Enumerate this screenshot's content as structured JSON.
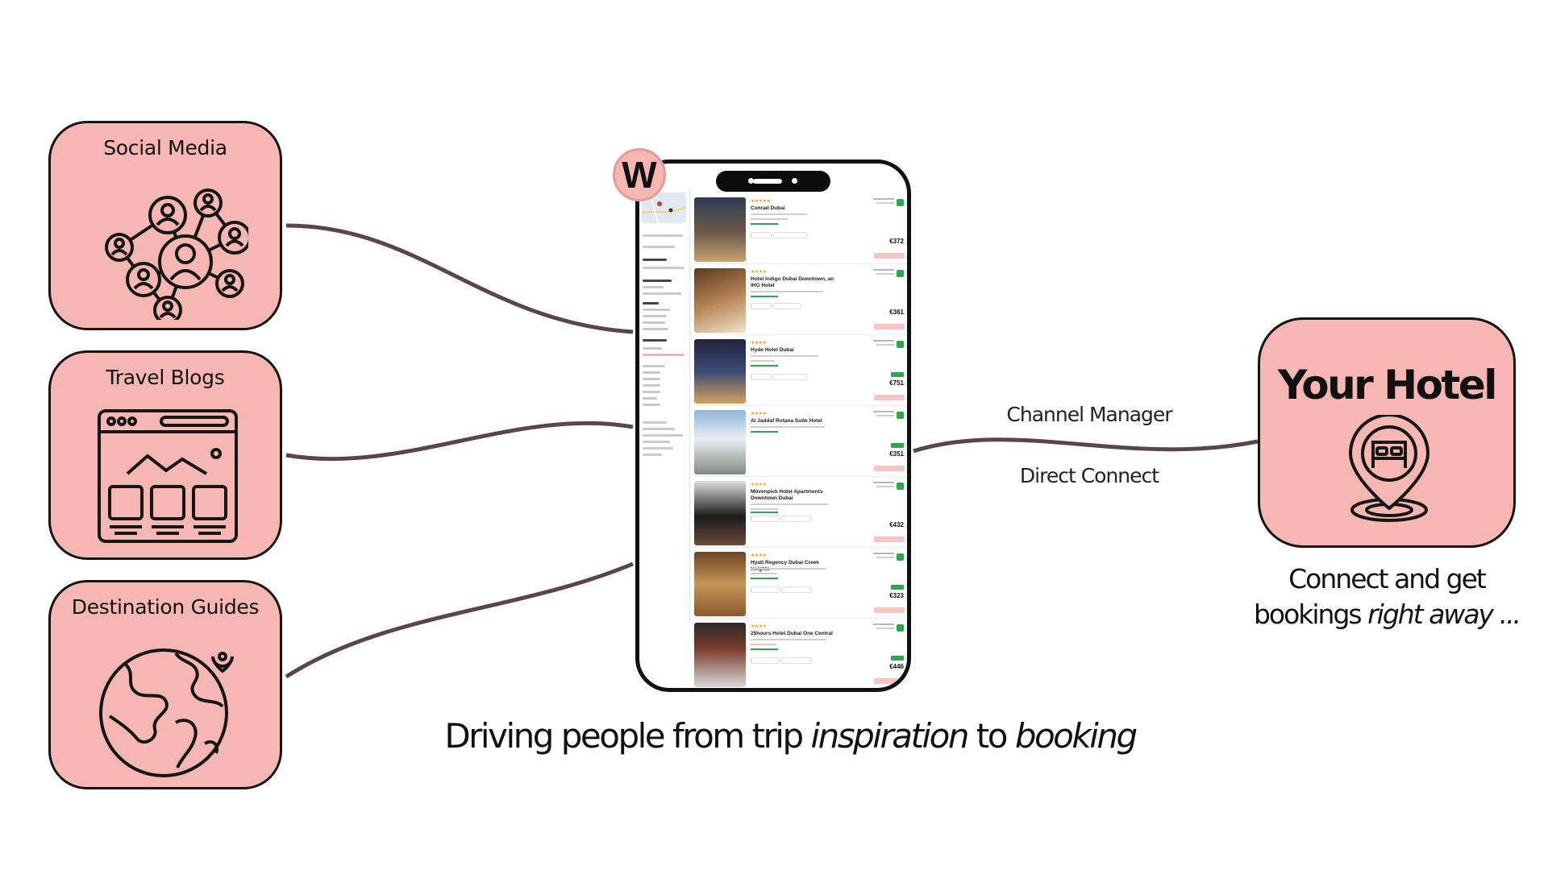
{
  "sources": [
    {
      "title": "Social Media",
      "icon": "social-network-icon"
    },
    {
      "title": "Travel Blogs",
      "icon": "browser-window-icon"
    },
    {
      "title": "Destination Guides",
      "icon": "globe-icon"
    }
  ],
  "phone": {
    "badge": "W",
    "listings": [
      {
        "stars": "★★★★★",
        "name": "Conrad Dubai",
        "price": "€372",
        "deal": false
      },
      {
        "stars": "★★★★",
        "name": "Hotel Indigo Dubai Downtown, an IHG Hotel",
        "price": "€361",
        "deal": false
      },
      {
        "stars": "★★★★",
        "name": "Hyde Hotel Dubai",
        "price": "€751",
        "deal": true
      },
      {
        "stars": "★★★★",
        "name": "Al Jaddaf Rotana Suite Hotel",
        "price": "€351",
        "deal": true
      },
      {
        "stars": "★★★★",
        "name": "Mövenpick Hotel Apartments Downtown Dubai",
        "price": "€432",
        "deal": false
      },
      {
        "stars": "★★★★",
        "name": "Hyatt Regency Dubai Creek Heights",
        "price": "€323",
        "deal": true
      },
      {
        "stars": "★★★★",
        "name": "25hours Hotel Dubai One Central",
        "price": "€446",
        "deal": true
      }
    ]
  },
  "caption": {
    "part1": "Driving people from trip ",
    "em1": "inspiration",
    "part2": " to ",
    "em2": "booking"
  },
  "connection_labels": {
    "top": "Channel Manager",
    "bottom": "Direct Connect"
  },
  "hotel": {
    "title": "Your Hotel",
    "icon": "hotel-location-pin-icon"
  },
  "tagline": {
    "line1": "Connect and get",
    "line2_plain": "bookings ",
    "line2_em": "right away ..."
  },
  "colors": {
    "card_fill": "#f6b7b3",
    "card_border": "#141414",
    "connector": "#5a4646",
    "accent_green": "#2ea64c"
  }
}
